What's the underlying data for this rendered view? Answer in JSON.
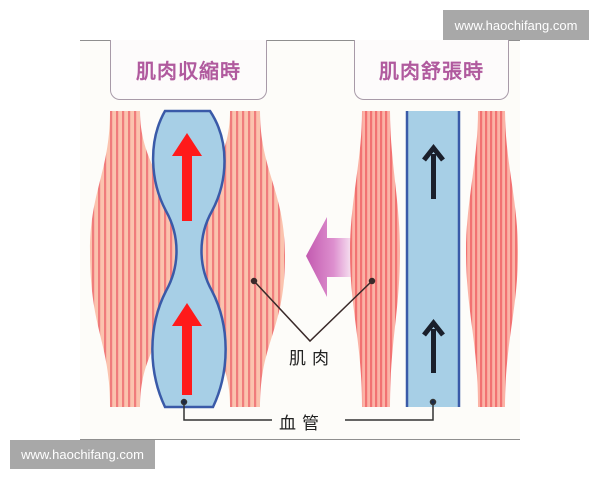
{
  "diagram": {
    "left_panel": {
      "title": "肌肉収縮時",
      "vessel_state": "squeezed",
      "flow_arrow_color": "#ff1a1a"
    },
    "right_panel": {
      "title": "肌肉舒張時",
      "vessel_state": "relaxed",
      "flow_arrow_color": "#1a1f2b"
    },
    "callouts": {
      "muscle_label": "肌肉",
      "vessel_label": "血管"
    },
    "colors": {
      "title_text": "#b05a9e",
      "muscle_fill": "#f98a8a",
      "muscle_stripe": "#fbc8b3",
      "vessel_fill": "#a7cfe6",
      "vessel_border": "#3a5aa8",
      "transition_arrow": "#c562b3"
    }
  },
  "watermarks": {
    "top_right": "www.haochifang.com",
    "bottom_left": "www.haochifang.com"
  }
}
